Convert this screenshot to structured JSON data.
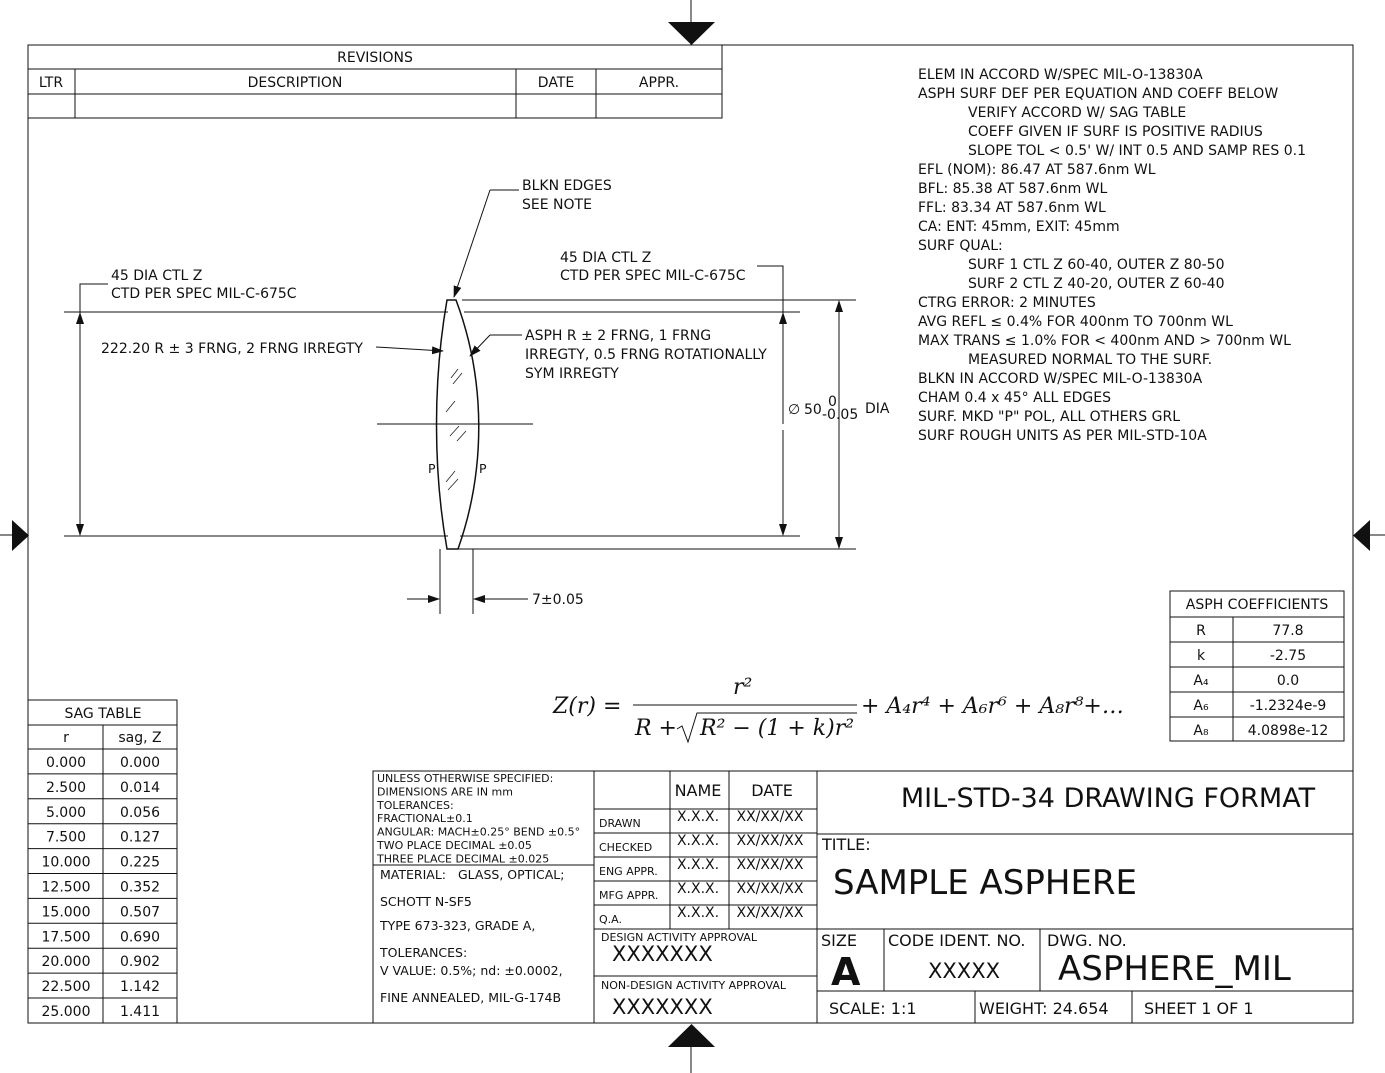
{
  "revisions": {
    "title": "REVISIONS",
    "headers": [
      "LTR",
      "DESCRIPTION",
      "DATE",
      "APPR."
    ]
  },
  "notes": [
    {
      "text": "ELEM IN ACCORD W/SPEC MIL-O-13830A",
      "indent": false
    },
    {
      "text": "ASPH SURF DEF PER EQUATION AND COEFF BELOW",
      "indent": false
    },
    {
      "text": "VERIFY ACCORD W/ SAG TABLE",
      "indent": true
    },
    {
      "text": "COEFF GIVEN IF SURF IS POSITIVE RADIUS",
      "indent": true
    },
    {
      "text": "SLOPE TOL < 0.5' W/ INT 0.5 AND SAMP RES 0.1",
      "indent": true
    },
    {
      "text": "EFL (NOM): 86.47 AT 587.6nm WL",
      "indent": false
    },
    {
      "text": "BFL: 85.38 AT 587.6nm WL",
      "indent": false
    },
    {
      "text": "FFL: 83.34 AT 587.6nm WL",
      "indent": false
    },
    {
      "text": "CA: ENT: 45mm, EXIT: 45mm",
      "indent": false
    },
    {
      "text": "SURF QUAL:",
      "indent": false
    },
    {
      "text": "SURF 1 CTL Z 60-40, OUTER Z 80-50",
      "indent": true
    },
    {
      "text": "SURF 2 CTL Z 40-20, OUTER Z 60-40",
      "indent": true
    },
    {
      "text": "CTRG ERROR: 2 MINUTES",
      "indent": false
    },
    {
      "text": "AVG REFL ≤ 0.4% FOR 400nm TO 700nm WL",
      "indent": false
    },
    {
      "text": "MAX TRANS ≤ 1.0% FOR < 400nm AND > 700nm WL",
      "indent": false
    },
    {
      "text": "MEASURED NORMAL TO THE SURF.",
      "indent": true
    },
    {
      "text": "BLKN IN ACCORD W/SPEC MIL-O-13830A",
      "indent": false
    },
    {
      "text": "CHAM 0.4 x 45° ALL EDGES",
      "indent": false
    },
    {
      "text": "SURF. MKD \"P\" POL, ALL OTHERS GRL",
      "indent": false
    },
    {
      "text": "SURF ROUGH UNITS AS PER MIL-STD-10A",
      "indent": false
    }
  ],
  "callouts": {
    "blkn_line1": "BLKN EDGES",
    "blkn_line2": "SEE NOTE",
    "left_dia_line1": "45 DIA CTL Z",
    "left_dia_line2": "CTD PER SPEC MIL-C-675C",
    "right_dia_line1": "45 DIA CTL Z",
    "right_dia_line2": "CTD PER SPEC MIL-C-675C",
    "surf1_radius": "222.20 R ± 3 FRNG, 2 FRNG IRREGTY",
    "asph_line1": "ASPH R ± 2 FRNG, 1 FRNG",
    "asph_line2": "IRREGTY, 0.5 FRNG ROTATIONALLY",
    "asph_line3": "SYM IRREGTY",
    "thickness": "7±0.05",
    "dia_symbol": "∅",
    "dia_value": "50",
    "dia_tol_upper": "0",
    "dia_tol_lower": "-0.05",
    "dia_suffix": "DIA",
    "p_left": "P",
    "p_right": "P"
  },
  "equation": {
    "lhs": "Z(r) =",
    "num": "r²",
    "den_R": "R +",
    "den_root": "R² − (1 + k)r²",
    "rest": "+ A₄r⁴ + A₆r⁶ + A₈r⁸+…"
  },
  "asph_coefficients": {
    "title": "ASPH COEFFICIENTS",
    "rows": [
      {
        "name": "R",
        "value": "77.8"
      },
      {
        "name": "k",
        "value": "-2.75"
      },
      {
        "name": "A₄",
        "value": "0.0"
      },
      {
        "name": "A₆",
        "value": "-1.2324e-9"
      },
      {
        "name": "A₈",
        "value": "4.0898e-12"
      }
    ]
  },
  "sag_table": {
    "title": "SAG TABLE",
    "headers": [
      "r",
      "sag, Z"
    ],
    "rows": [
      [
        "0.000",
        "0.000"
      ],
      [
        "2.500",
        "0.014"
      ],
      [
        "5.000",
        "0.056"
      ],
      [
        "7.500",
        "0.127"
      ],
      [
        "10.000",
        "0.225"
      ],
      [
        "12.500",
        "0.352"
      ],
      [
        "15.000",
        "0.507"
      ],
      [
        "17.500",
        "0.690"
      ],
      [
        "20.000",
        "0.902"
      ],
      [
        "22.500",
        "1.142"
      ],
      [
        "25.000",
        "1.411"
      ]
    ]
  },
  "tolerance_block": {
    "lines": [
      "UNLESS OTHERWISE SPECIFIED:",
      "DIMENSIONS ARE IN mm",
      "TOLERANCES:",
      "FRACTIONAL±0.1",
      "ANGULAR: MACH±0.25°     BEND ±0.5°",
      "TWO PLACE DECIMAL    ±0.05",
      "THREE PLACE DECIMAL  ±0.025"
    ]
  },
  "material_block": {
    "label": "MATERIAL:",
    "line1": "GLASS, OPTICAL;",
    "line2": "SCHOTT N-SF5",
    "line3": "TYPE 673-323, GRADE A,",
    "line4": "TOLERANCES:",
    "line5": "V VALUE: 0.5%; nd: ±0.0002,",
    "line6": "FINE ANNEALED, MIL-G-174B"
  },
  "approvals": {
    "name_header": "NAME",
    "date_header": "DATE",
    "rows": [
      {
        "role": "DRAWN",
        "name": "X.X.X.",
        "date": "XX/XX/XX"
      },
      {
        "role": "CHECKED",
        "name": "X.X.X.",
        "date": "XX/XX/XX"
      },
      {
        "role": "ENG APPR.",
        "name": "X.X.X.",
        "date": "XX/XX/XX"
      },
      {
        "role": "MFG APPR.",
        "name": "X.X.X.",
        "date": "XX/XX/XX"
      },
      {
        "role": "Q.A.",
        "name": "X.X.X.",
        "date": "XX/XX/XX"
      }
    ],
    "design_label": "DESIGN ACTIVITY APPROVAL",
    "design_value": "XXXXXXX",
    "nondesign_label": "NON-DESIGN ACTIVITY APPROVAL",
    "nondesign_value": "XXXXXXX"
  },
  "title_block": {
    "format": "MIL-STD-34 DRAWING FORMAT",
    "title_label": "TITLE:",
    "title": "SAMPLE ASPHERE",
    "size_label": "SIZE",
    "size": "A",
    "code_label": "CODE IDENT. NO.",
    "code": "XXXXX",
    "dwg_label": "DWG.  NO.",
    "dwg": "ASPHERE_MIL",
    "scale": "SCALE: 1:1",
    "weight": "WEIGHT: 24.654",
    "sheet": "SHEET 1 OF 1"
  }
}
